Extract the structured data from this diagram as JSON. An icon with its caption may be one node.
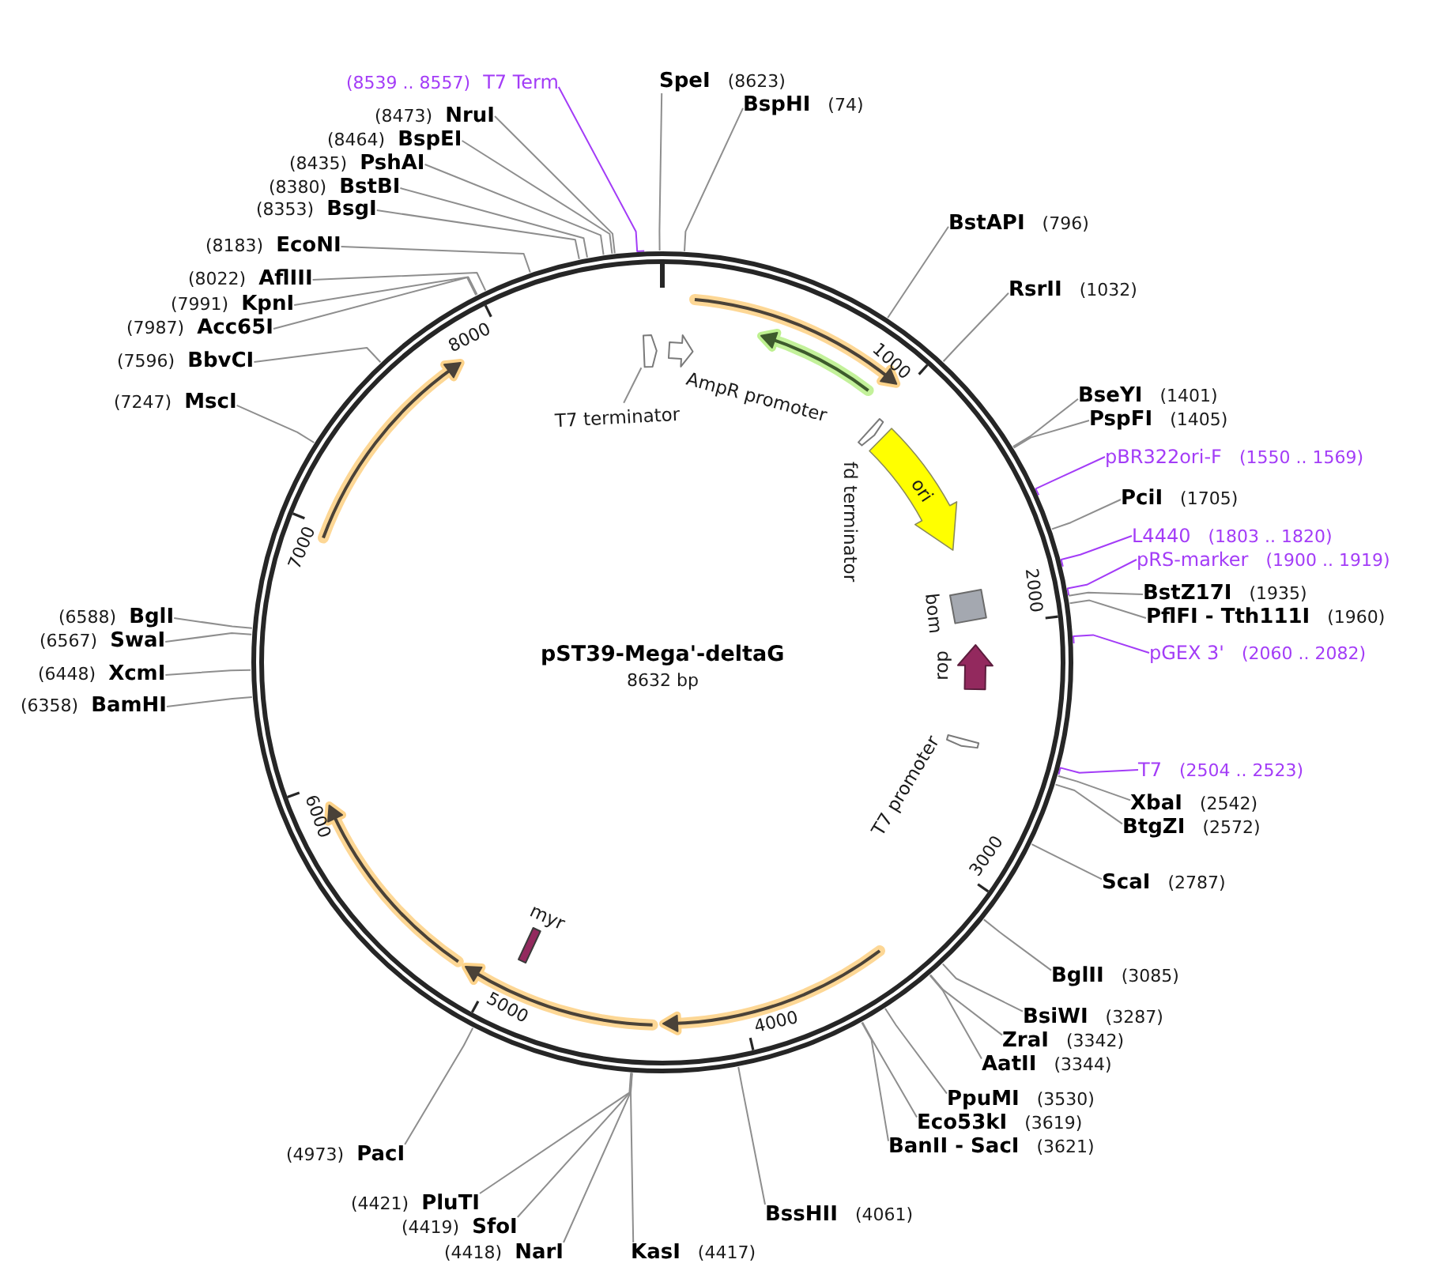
{
  "diagram": {
    "nodes": [
      {
        "text": [
          "pST39-Mega'-deltaG",
          "8632 bp"
        ]
      },
      {
        "text": [
          "T7 terminator"
        ],
        "in": 0
      },
      {
        "text": [],
        "shape": "arrow",
        "in": 0
      },
      {
        "text": [
          "AmpR promoter"
        ],
        "in": 0
      },
      {
        "text": [],
        "shape": "arrow",
        "in": 0
      },
      {
        "text": [],
        "shape": "arrow",
        "in": 0
      },
      {
        "text": [
          "fd terminator"
        ],
        "in": 0
      },
      {
        "text": [
          "ori"
        ],
        "in": 0
      },
      {
        "text": [
          "bom"
        ],
        "in": 0
      },
      {
        "text": [
          "rop"
        ],
        "in": 0
      },
      {
        "text": [
          "T7 promoter"
        ],
        "in": 0
      },
      {
        "text": [],
        "shape": "arrow",
        "in": 0
      },
      {
        "text": [],
        "shape": "arrow",
        "in": 0
      },
      {
        "text": [
          "myr"
        ],
        "in": 0
      },
      {
        "text": [],
        "shape": "arrow",
        "in": 0
      },
      {
        "text": [],
        "shape": "arrow",
        "in": 0
      },
      {
        "text": [
          "SpeI",
          "(8623)"
        ]
      },
      {
        "text": [
          "BspHI",
          "(74)"
        ]
      },
      {
        "text": [
          "BstAPI",
          "(796)"
        ]
      },
      {
        "text": [
          "RsrII",
          "(1032)"
        ]
      },
      {
        "text": [
          "BseYI",
          "(1401)"
        ]
      },
      {
        "text": [
          "PspFI",
          "(1405)"
        ]
      },
      {
        "text": [
          "pBR322ori-F",
          "(1550 .. 1569)"
        ]
      },
      {
        "text": [
          "PciI",
          "(1705)"
        ]
      },
      {
        "text": [
          "L4440",
          "(1803 .. 1820)"
        ]
      },
      {
        "text": [
          "pRS-marker",
          "(1900 .. 1919)"
        ]
      },
      {
        "text": [
          "BstZ17I",
          "(1935)"
        ]
      },
      {
        "text": [
          "PflFI - Tth111I",
          "(1960)"
        ]
      },
      {
        "text": [
          "pGEX 3'",
          "(2060 .. 2082)"
        ]
      },
      {
        "text": [
          "T7",
          "(2504 .. 2523)"
        ]
      },
      {
        "text": [
          "XbaI",
          "(2542)"
        ]
      },
      {
        "text": [
          "BtgZI",
          "(2572)"
        ]
      },
      {
        "text": [
          "ScaI",
          "(2787)"
        ]
      },
      {
        "text": [
          "BglII",
          "(3085)"
        ]
      },
      {
        "text": [
          "BsiWI",
          "(3287)"
        ]
      },
      {
        "text": [
          "ZraI",
          "(3342)"
        ]
      },
      {
        "text": [
          "AatII",
          "(3344)"
        ]
      },
      {
        "text": [
          "PpuMI",
          "(3530)"
        ]
      },
      {
        "text": [
          "Eco53kI",
          "(3619)"
        ]
      },
      {
        "text": [
          "BanII - SacI",
          "(3621)"
        ]
      },
      {
        "text": [
          "BssHII",
          "(4061)"
        ]
      },
      {
        "text": [
          "KasI",
          "(4417)"
        ]
      },
      {
        "text": [
          "(4418)",
          "NarI"
        ]
      },
      {
        "text": [
          "(4419)",
          "SfoI"
        ]
      },
      {
        "text": [
          "(4421)",
          "PluTI"
        ]
      },
      {
        "text": [
          "(4973)",
          "PacI"
        ]
      },
      {
        "text": [
          "(6358)",
          "BamHI"
        ]
      },
      {
        "text": [
          "(6448)",
          "XcmI"
        ]
      },
      {
        "text": [
          "(6567)",
          "SwaI"
        ]
      },
      {
        "text": [
          "(6588)",
          "BglI"
        ]
      },
      {
        "text": [
          "(7247)",
          "MscI"
        ]
      },
      {
        "text": [
          "(7596)",
          "BbvCI"
        ]
      },
      {
        "text": [
          "(7987)",
          "Acc65I"
        ]
      },
      {
        "text": [
          "(7991)",
          "KpnI"
        ]
      },
      {
        "text": [
          "(8022)",
          "AflIII"
        ]
      },
      {
        "text": [
          "(8183)",
          "EcoNI"
        ]
      },
      {
        "text": [
          "(8353)",
          "BsgI"
        ]
      },
      {
        "text": [
          "(8380)",
          "BstBI"
        ]
      },
      {
        "text": [
          "(8435)",
          "PshAI"
        ]
      },
      {
        "text": [
          "(8464)",
          "BspEI"
        ]
      },
      {
        "text": [
          "(8473)",
          "NruI"
        ]
      },
      {
        "text": [
          "(8539 .. 8557)",
          "T7 Term"
        ]
      }
    ],
    "edges": [
      {
        "from": 1,
        "to": 2,
        "arrow": "none"
      },
      {
        "from": 16,
        "to": 0,
        "arrow": "none"
      },
      {
        "from": 17,
        "to": 0,
        "arrow": "none"
      },
      {
        "from": 18,
        "to": 0,
        "arrow": "none"
      },
      {
        "from": 19,
        "to": 0,
        "arrow": "none"
      },
      {
        "from": 20,
        "to": 0,
        "arrow": "none"
      },
      {
        "from": 21,
        "to": 0,
        "arrow": "none"
      },
      {
        "from": 22,
        "to": 0,
        "arrow": "none",
        "color": "#a33cf7"
      },
      {
        "from": 23,
        "to": 0,
        "arrow": "none"
      },
      {
        "from": 24,
        "to": 0,
        "arrow": "none",
        "color": "#a33cf7"
      },
      {
        "from": 25,
        "to": 0,
        "arrow": "none",
        "color": "#a33cf7"
      },
      {
        "from": 26,
        "to": 0,
        "arrow": "none"
      },
      {
        "from": 27,
        "to": 0,
        "arrow": "none"
      },
      {
        "from": 28,
        "to": 0,
        "arrow": "none",
        "color": "#a33cf7"
      },
      {
        "from": 29,
        "to": 0,
        "arrow": "none",
        "color": "#a33cf7"
      },
      {
        "from": 30,
        "to": 0,
        "arrow": "none"
      },
      {
        "from": 31,
        "to": 0,
        "arrow": "none"
      },
      {
        "from": 32,
        "to": 0,
        "arrow": "none"
      },
      {
        "from": 33,
        "to": 0,
        "arrow": "none"
      },
      {
        "from": 34,
        "to": 0,
        "arrow": "none"
      },
      {
        "from": 35,
        "to": 0,
        "arrow": "none"
      },
      {
        "from": 36,
        "to": 0,
        "arrow": "none"
      },
      {
        "from": 37,
        "to": 0,
        "arrow": "none"
      },
      {
        "from": 38,
        "to": 0,
        "arrow": "none"
      },
      {
        "from": 39,
        "to": 0,
        "arrow": "none"
      },
      {
        "from": 40,
        "to": 0,
        "arrow": "none"
      },
      {
        "from": 41,
        "to": 0,
        "arrow": "none"
      },
      {
        "from": 42,
        "to": 0,
        "arrow": "none"
      },
      {
        "from": 43,
        "to": 0,
        "arrow": "none"
      },
      {
        "from": 44,
        "to": 0,
        "arrow": "none"
      },
      {
        "from": 45,
        "to": 0,
        "arrow": "none"
      },
      {
        "from": 46,
        "to": 0,
        "arrow": "none"
      },
      {
        "from": 47,
        "to": 0,
        "arrow": "none"
      },
      {
        "from": 48,
        "to": 0,
        "arrow": "none"
      },
      {
        "from": 49,
        "to": 0,
        "arrow": "none"
      },
      {
        "from": 50,
        "to": 0,
        "arrow": "none"
      },
      {
        "from": 51,
        "to": 0,
        "arrow": "none"
      },
      {
        "from": 52,
        "to": 0,
        "arrow": "none"
      },
      {
        "from": 53,
        "to": 0,
        "arrow": "none"
      },
      {
        "from": 54,
        "to": 0,
        "arrow": "none"
      },
      {
        "from": 55,
        "to": 0,
        "arrow": "none"
      },
      {
        "from": 56,
        "to": 0,
        "arrow": "none"
      },
      {
        "from": 57,
        "to": 0,
        "arrow": "none"
      },
      {
        "from": 58,
        "to": 0,
        "arrow": "none"
      },
      {
        "from": 59,
        "to": 0,
        "arrow": "none"
      },
      {
        "from": 60,
        "to": 0,
        "arrow": "none"
      },
      {
        "from": 61,
        "to": 0,
        "arrow": "none",
        "color": "#a33cf7"
      }
    ],
    "labels": [
      "1000",
      "2000",
      "3000",
      "4000",
      "5000",
      "6000",
      "7000",
      "8000"
    ]
  }
}
